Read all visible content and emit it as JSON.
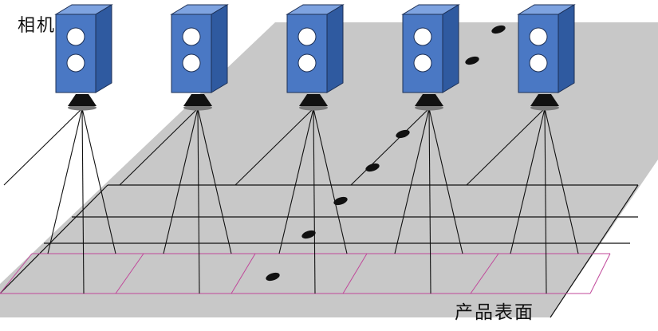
{
  "labels": {
    "camera": "相机",
    "surface": "产品表面"
  },
  "cameras": [
    {
      "id": 1,
      "icon": "camera-icon"
    },
    {
      "id": 2,
      "icon": "camera-icon"
    },
    {
      "id": 3,
      "icon": "camera-icon"
    },
    {
      "id": 4,
      "icon": "camera-icon"
    },
    {
      "id": 5,
      "icon": "camera-icon"
    }
  ],
  "colors": {
    "surface": "#c8c8c8",
    "camera_front": "#4a78c4",
    "camera_side": "#2f5aa0",
    "camera_top": "#7ea3e0",
    "lens": "#111111",
    "lines": "#111111",
    "pink_grid": "#c0479a",
    "defect": "#111111"
  }
}
